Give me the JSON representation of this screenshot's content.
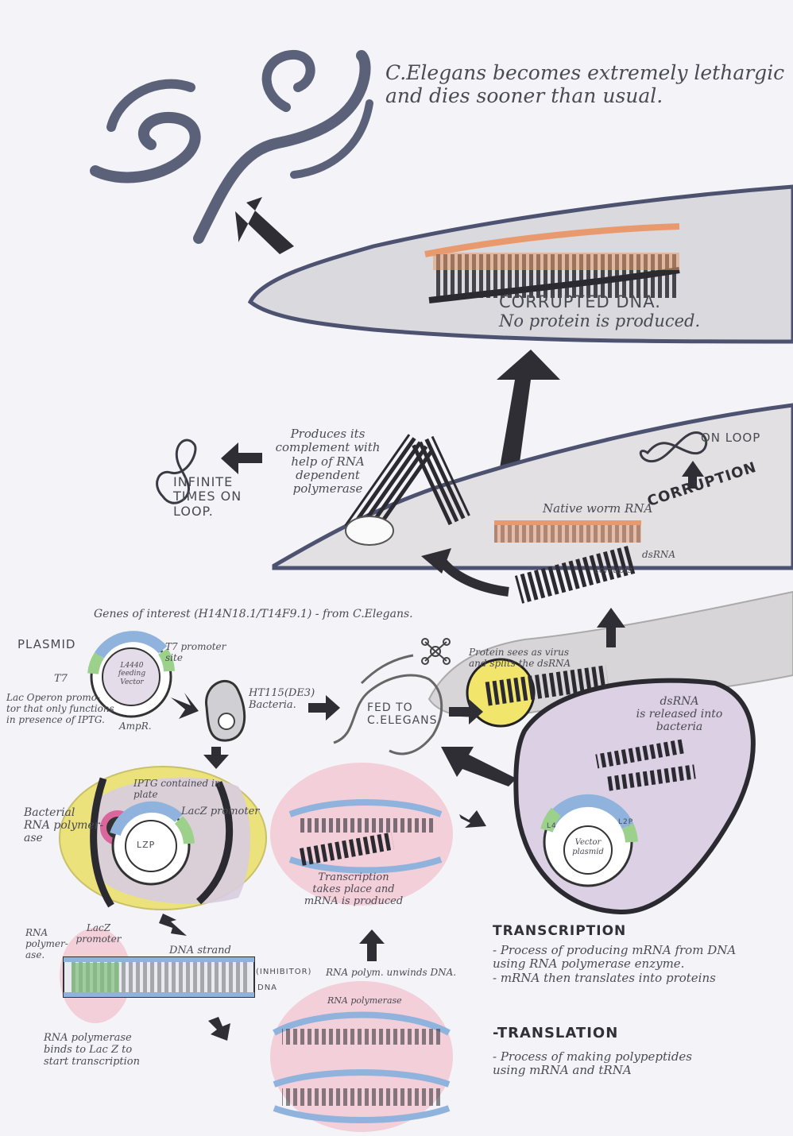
{
  "worm_outcome": {
    "line1": "C.Elegans becomes extremely lethargic",
    "line2": "and dies sooner than usual."
  },
  "corrupted": {
    "line1": "CORRUPTED DNA.",
    "line2": "No protein is produced."
  },
  "loop": {
    "produces_line1": "Produces its",
    "produces_line2": "complement with",
    "produces_line3": "help of RNA",
    "produces_line4": "dependent",
    "produces_line5": "polymerase",
    "infinite_line1": "INFINITE",
    "infinite_line2": "TIMES ON",
    "infinite_line3": "LOOP.",
    "on_loop": "ON LOOP",
    "corruption": "CORRUPTION",
    "native_worm_rna": "Native worm RNA",
    "dsrna_label": "dsRNA",
    "corrupts": "corrupts"
  },
  "plasmid": {
    "genes_of_interest": "Genes of interest (H14N18.1/T14F9.1) - from C.Elegans.",
    "plasmid_label": "PLASMID",
    "t7_promoter_line1": "T7 promoter",
    "t7_promoter_line2": "site",
    "vector_line1": "L4440",
    "vector_line2": "feeding",
    "vector_line3": "Vector",
    "t7": "T7",
    "lac_operon_line1": "Lac Operon promo-",
    "lac_operon_line2": "tor that only functions",
    "lac_operon_line3": "in presence of IPTG.",
    "ampr": "AmpR.",
    "bacteria_line1": "HT115(DE3)",
    "bacteria_line2": "Bacteria.",
    "fed_line1": "FED TO",
    "fed_line2": "C.ELEGANS",
    "protein_line1": "Protein sees as virus",
    "protein_line2": "and splits the dsRNA"
  },
  "bacterium": {
    "iptg_line1": "IPTG contained in",
    "iptg_line2": "plate",
    "lacz_promoter": "LacZ promoter",
    "bacterial_line1": "Bacterial",
    "bacterial_line2": "RNA polymer-",
    "bacterial_line3": "ase",
    "lzp": "LZP"
  },
  "transcription_bubble": {
    "line1": "Transcription",
    "line2": "takes place and",
    "line3": "mRNA is produced"
  },
  "release": {
    "line1": "dsRNA",
    "line2": "is released into",
    "line3": "bacteria",
    "vector_line1": "Vector",
    "vector_line2": "plasmid",
    "l4": "L4",
    "l2p": "L2P"
  },
  "strand": {
    "rna_polymerase_line1": "RNA",
    "rna_polymerase_line2": "polymer-",
    "rna_polymerase_line3": "ase.",
    "lacz_line1": "LacZ",
    "lacz_line2": "promoter",
    "dna_strand": "DNA strand",
    "inhibitor": "(INHIBITOR)",
    "dna": "DNA",
    "unwinds": "RNA polym. unwinds DNA.",
    "rna_polymerase_bubble": "RNA polymerase",
    "binds_line1": "RNA polymerase",
    "binds_line2": "binds to Lac Z to",
    "binds_line3": "start transcription"
  },
  "notes": {
    "transcription_heading": "TRANSCRIPTION",
    "transcription_line1": "- Process of producing mRNA from DNA",
    "transcription_line2": "using RNA polymerase enzyme.",
    "transcription_line3": "- mRNA then translates into proteins",
    "translation_heading": "-TRANSLATION",
    "translation_line1": "- Process of making polypeptides",
    "translation_line2": "using mRNA and tRNA"
  }
}
